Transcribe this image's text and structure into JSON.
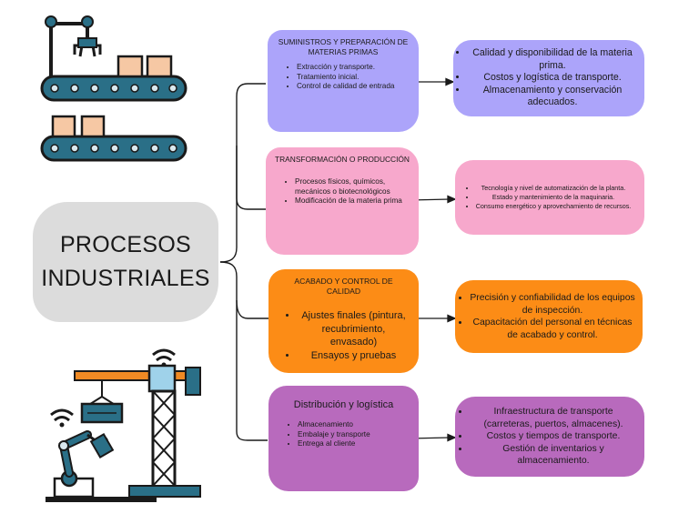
{
  "central": {
    "title": "PROCESOS INDUSTRIALES"
  },
  "colors": {
    "purple": "#aca4fa",
    "pink": "#f7a8cc",
    "orange": "#fc8c16",
    "violet": "#b86abd",
    "central": "#dcdcdc"
  },
  "icons": [
    "conveyor-belt-robot-arm-icon",
    "conveyor-belt-icon",
    "tower-crane-wifi-icon",
    "robotic-arm-wifi-icon"
  ],
  "categories": [
    {
      "title": "SUMINISTROS Y PREPARACIÓN DE MATERIAS PRIMAS",
      "items": [
        "Extracción y transporte.",
        "Tratamiento inicial.",
        "Control de calidad de entrada"
      ],
      "details": [
        "Calidad y disponibilidad de la materia prima.",
        "Costos y logística de transporte.",
        "Almacenamiento y conservación adecuados."
      ]
    },
    {
      "title": "TRANSFORMACIÓN O PRODUCCIÓN",
      "items": [
        "Procesos físicos, químicos, mecánicos o biotecnológicos",
        "Modificación de la materia prima"
      ],
      "details": [
        "Tecnología y nivel de automatización de la planta.",
        "Estado y mantenimiento de la maquinaria.",
        "Consumo energético y aprovechamiento de recursos."
      ]
    },
    {
      "title": "ACABADO Y CONTROL DE CALIDAD",
      "items": [
        "Ajustes finales (pintura, recubrimiento, envasado)",
        "Ensayos y pruebas"
      ],
      "details": [
        "Precisión y confiabilidad de los equipos de inspección.",
        "Capacitación del personal en técnicas de acabado y control."
      ]
    },
    {
      "title": "Distribución y logística",
      "items": [
        "Almacenamiento",
        "Embalaje y transporte",
        "Entrega al cliente"
      ],
      "details": [
        "Infraestructura de transporte (carreteras, puertos, almacenes).",
        "Costos y tiempos de transporte.",
        "Gestión de inventarios y almacenamiento."
      ]
    }
  ]
}
